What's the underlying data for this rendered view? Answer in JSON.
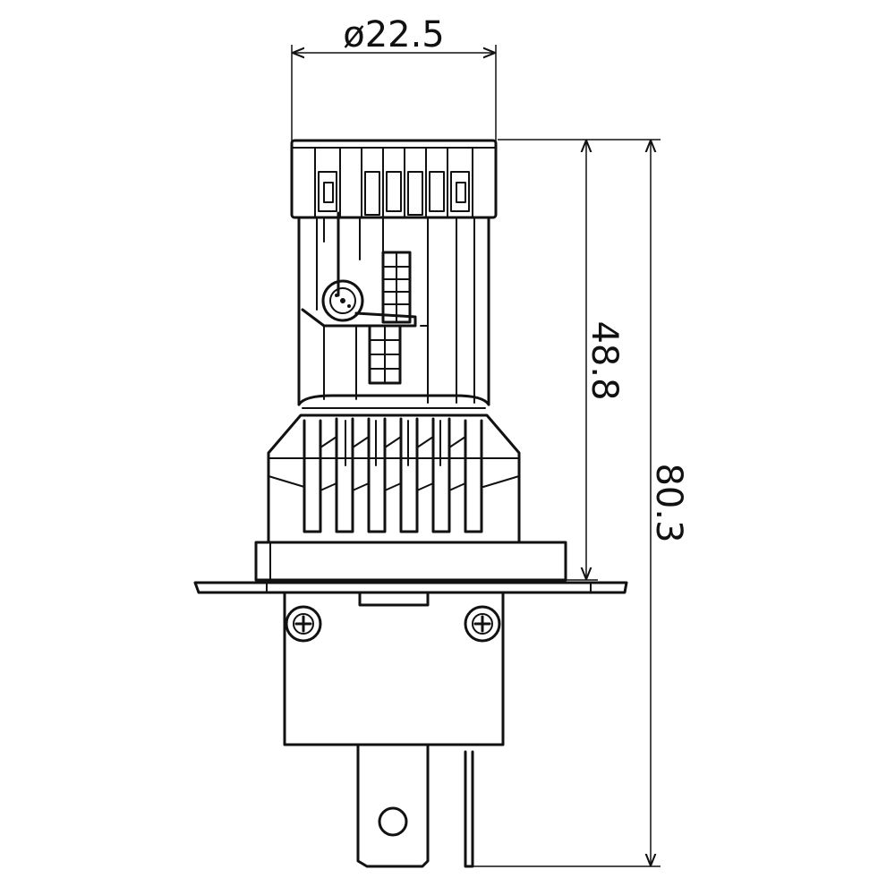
{
  "dimensions": {
    "diameter": "ø22.5",
    "body_height": "48.8",
    "total_height": "80.3"
  }
}
